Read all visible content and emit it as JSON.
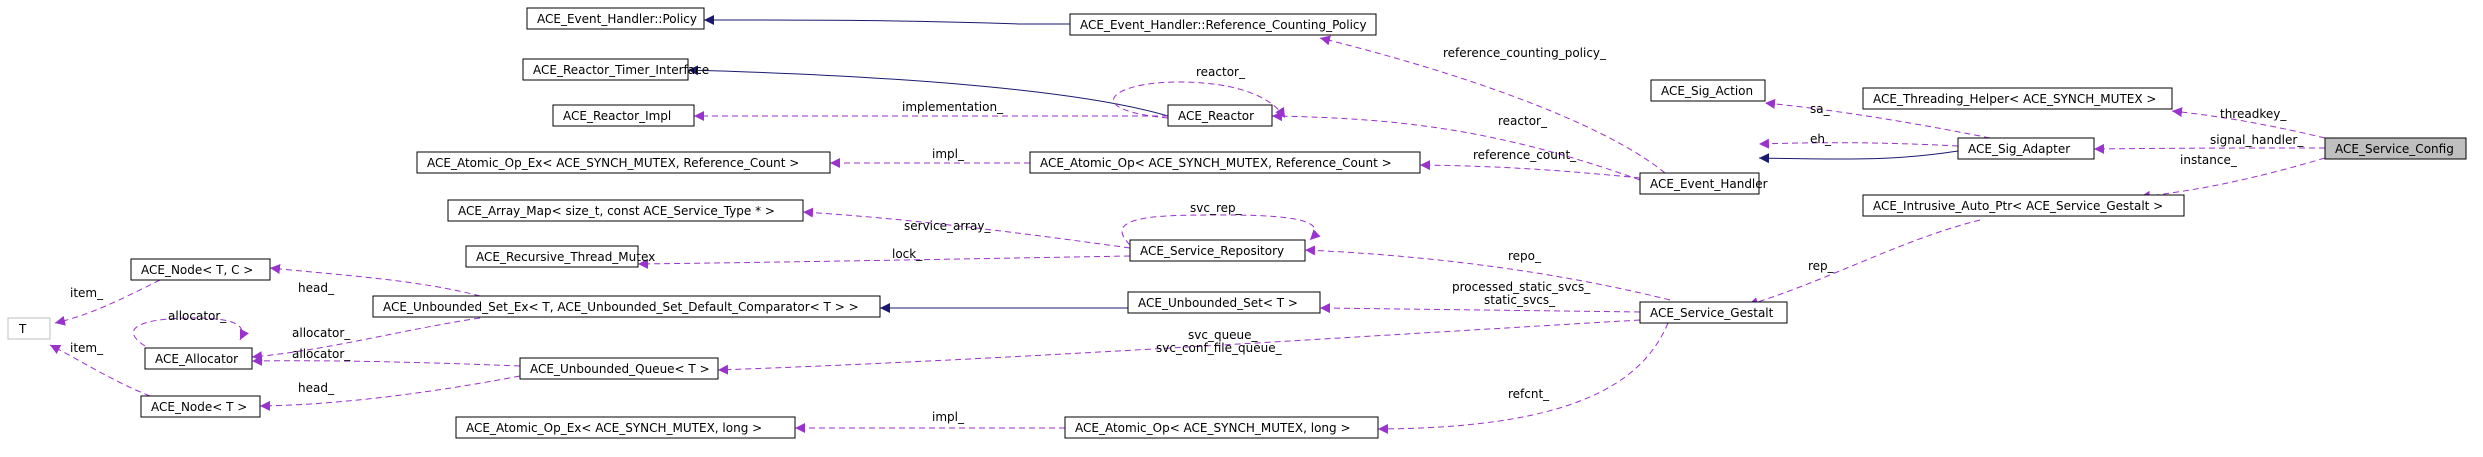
{
  "colors": {
    "inheritance": "#191970",
    "usage": "#9a32cd",
    "focus_fill": "#bfbfbf"
  },
  "nodes": {
    "policy": "ACE_Event_Handler::Policy",
    "ref_policy": "ACE_Event_Handler::Reference_Counting_Policy",
    "timer_iface": "ACE_Reactor_Timer_Interface",
    "reactor_impl": "ACE_Reactor_Impl",
    "reactor": "ACE_Reactor",
    "atomic_ex_ref": "ACE_Atomic_Op_Ex< ACE_SYNCH_MUTEX, Reference_Count >",
    "atomic_ref": "ACE_Atomic_Op< ACE_SYNCH_MUTEX, Reference_Count >",
    "event_handler": "ACE_Event_Handler",
    "sig_action": "ACE_Sig_Action",
    "sig_adapter": "ACE_Sig_Adapter",
    "threading_helper": "ACE_Threading_Helper< ACE_SYNCH_MUTEX >",
    "service_config": "ACE_Service_Config",
    "intrusive_ptr": "ACE_Intrusive_Auto_Ptr< ACE_Service_Gestalt >",
    "array_map": "ACE_Array_Map< size_t, const ACE_Service_Type * >",
    "recursive_mutex": "ACE_Recursive_Thread_Mutex",
    "service_repo": "ACE_Service_Repository",
    "node_tc": "ACE_Node< T, C >",
    "t": "T",
    "unbounded_set_ex": "ACE_Unbounded_Set_Ex< T, ACE_Unbounded_Set_Default_Comparator< T > >",
    "unbounded_set": "ACE_Unbounded_Set< T >",
    "service_gestalt": "ACE_Service_Gestalt",
    "allocator": "ACE_Allocator",
    "unbounded_queue": "ACE_Unbounded_Queue< T >",
    "node_t": "ACE_Node< T >",
    "atomic_ex_long": "ACE_Atomic_Op_Ex< ACE_SYNCH_MUTEX, long >",
    "atomic_long": "ACE_Atomic_Op< ACE_SYNCH_MUTEX, long >"
  },
  "edge_labels": {
    "reference_counting_policy": "reference_counting_policy_",
    "reactor_self": "reactor_",
    "implementation": "implementation_",
    "reactor": "reactor_",
    "impl_ref": "impl_",
    "reference_count": "reference_count_",
    "sa": "sa_",
    "eh": "eh_",
    "threadkey": "threadkey_",
    "signal_handler": "signal_handler_",
    "instance": "instance_",
    "svc_rep": "svc_rep_",
    "service_array": "service_array_",
    "lock": "lock_",
    "repo": "repo_",
    "rep": "rep_",
    "item_tc": "item_",
    "head_tc": "head_",
    "allocator_self": "allocator_",
    "allocator_set": "allocator_",
    "allocator_queue": "allocator_",
    "item_t": "item_",
    "head_t": "head_",
    "processed_static_svcs": "processed_static_svcs_",
    "static_svcs": "static_svcs_",
    "svc_queue": "svc_queue_",
    "svc_conf_file_queue": "svc_conf_file_queue_",
    "impl_long": "impl_",
    "refcnt": "refcnt_"
  }
}
